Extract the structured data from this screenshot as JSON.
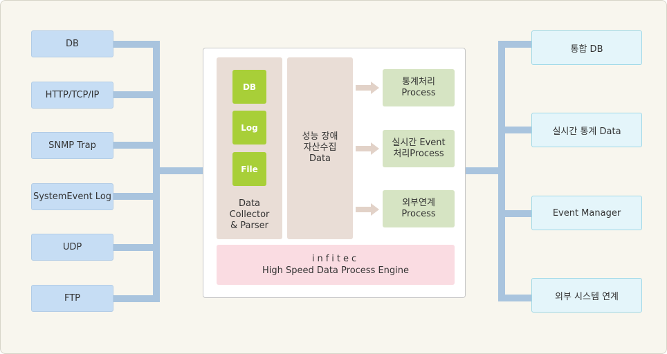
{
  "sources": [
    "DB",
    "HTTP/TCP/IP",
    "SNMP Trap",
    "SystemEvent Log",
    "UDP",
    "FTP"
  ],
  "collector": {
    "items": [
      "DB",
      "Log",
      "File"
    ],
    "label": "Data\nCollector\n& Parser"
  },
  "middle": {
    "label": "성능 장애\n자산수집\nData"
  },
  "processes": [
    "통계처리\nProcess",
    "실시간 Event\n처리Process",
    "외부연계\nProcess"
  ],
  "engine": {
    "brand": "infitec",
    "name": "High Speed Data Process Engine"
  },
  "outputs": [
    "통합 DB",
    "실시간 통계 Data",
    "Event Manager",
    "외부 시스템 연계"
  ],
  "colors": {
    "background": "#f8f6ee",
    "connector": "#a9c4de",
    "source_box": "#c6ddf4",
    "output_box": "#e4f5fa",
    "collector_item": "#a8cf38",
    "panel": "#e9ddd6",
    "process_box": "#d6e4c3",
    "engine_banner": "#fadce2",
    "arrow": "#e2d2c8"
  }
}
